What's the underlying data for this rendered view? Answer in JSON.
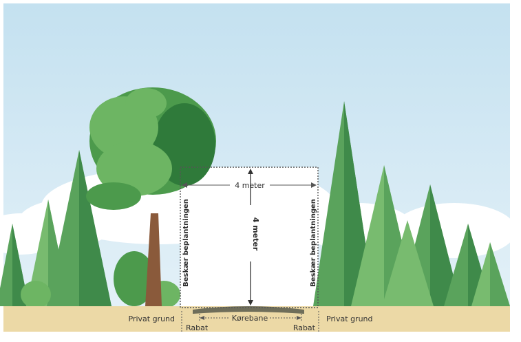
{
  "colors": {
    "sky_top": "#c4e1f0",
    "sky_bottom": "#e4f1f8",
    "cloud": "#ffffff",
    "conifer_dark": "#3f8a4a",
    "conifer_mid": "#5aa35c",
    "conifer_light": "#78bb6f",
    "deciduous_dark": "#2f7a3a",
    "deciduous_mid": "#4c9a4c",
    "deciduous_light": "#6db563",
    "trunk": "#8a5a3b",
    "ground": "#ecd9a6",
    "road": "#6f6e5a",
    "clearance_outline": "#555555"
  },
  "diagram": {
    "width_label": "4 meter",
    "height_label": "4 meter",
    "trim_left_label": "Beskær beplantningen",
    "trim_right_label": "Beskær beplantningen",
    "road_label": "Kørebane",
    "verge_left_label": "Rabat",
    "verge_right_label": "Rabat",
    "private_left_label": "Privat grund",
    "private_right_label": "Privat grund"
  }
}
